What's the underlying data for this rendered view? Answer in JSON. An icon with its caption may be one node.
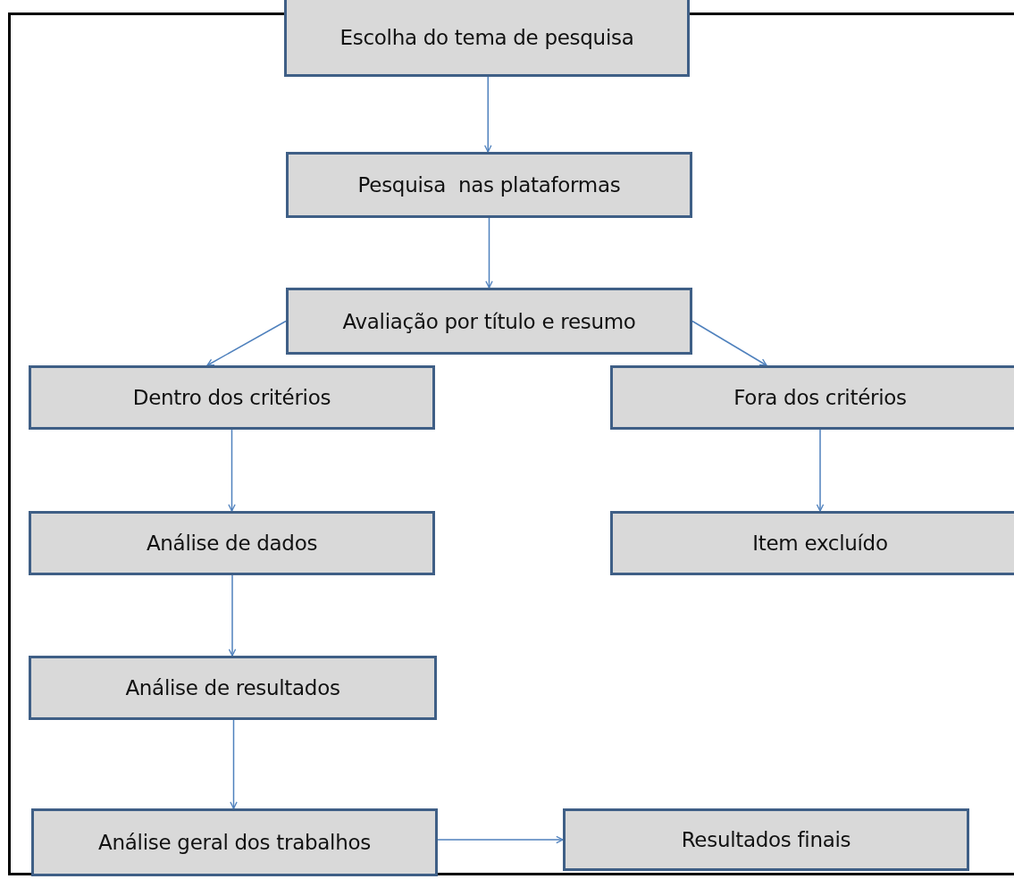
{
  "diagram": {
    "nodes": [
      {
        "text": [
          "Escolha do tema de pesquisa"
        ]
      },
      {
        "text": [
          "Pesquisa  nas plataformas"
        ]
      },
      {
        "text": [
          "Avaliação por título e resumo"
        ]
      },
      {
        "text": [
          "Dentro dos critérios"
        ]
      },
      {
        "text": [
          "Fora dos critérios"
        ]
      },
      {
        "text": [
          "Análise de dados"
        ]
      },
      {
        "text": [
          "Item excluído"
        ]
      },
      {
        "text": [
          "Análise de resultados"
        ]
      },
      {
        "text": [
          "Análise geral dos trabalhos"
        ]
      },
      {
        "text": [
          "Resultados finais"
        ]
      }
    ],
    "edges": [
      {
        "from": 0,
        "to": 1,
        "arrow": "to"
      },
      {
        "from": 1,
        "to": 2,
        "arrow": "to"
      },
      {
        "from": 2,
        "to": 3,
        "arrow": "to"
      },
      {
        "from": 2,
        "to": 4,
        "arrow": "to"
      },
      {
        "from": 3,
        "to": 5,
        "arrow": "to"
      },
      {
        "from": 4,
        "to": 6,
        "arrow": "to"
      },
      {
        "from": 5,
        "to": 7,
        "arrow": "to"
      },
      {
        "from": 7,
        "to": 8,
        "arrow": "to"
      },
      {
        "from": 8,
        "to": 9,
        "arrow": "to"
      }
    ]
  }
}
